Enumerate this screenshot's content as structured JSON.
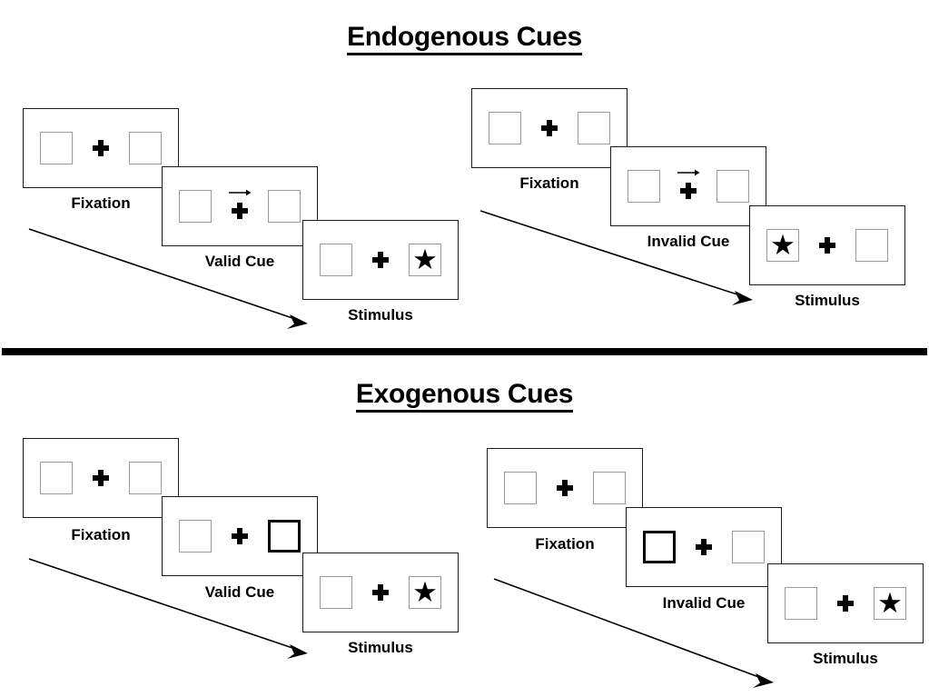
{
  "sections": [
    {
      "id": "endogenous",
      "title": "Endogenous Cues",
      "sequences": [
        {
          "id": "endogenous-valid",
          "steps": [
            {
              "caption": "Fixation",
              "center": "fixation-cross",
              "left_box": "empty",
              "right_box": "empty"
            },
            {
              "caption": "Valid Cue",
              "center": "fixation-cross-with-right-arrow",
              "left_box": "empty",
              "right_box": "empty"
            },
            {
              "caption": "Stimulus",
              "center": "fixation-cross",
              "left_box": "empty",
              "right_box": "star"
            }
          ]
        },
        {
          "id": "endogenous-invalid",
          "steps": [
            {
              "caption": "Fixation",
              "center": "fixation-cross",
              "left_box": "empty",
              "right_box": "empty"
            },
            {
              "caption": "Invalid Cue",
              "center": "fixation-cross-with-right-arrow",
              "left_box": "empty",
              "right_box": "empty"
            },
            {
              "caption": "Stimulus",
              "center": "fixation-cross",
              "left_box": "star",
              "right_box": "empty"
            }
          ]
        }
      ]
    },
    {
      "id": "exogenous",
      "title": "Exogenous Cues",
      "sequences": [
        {
          "id": "exogenous-valid",
          "steps": [
            {
              "caption": "Fixation",
              "center": "fixation-cross",
              "left_box": "empty",
              "right_box": "empty"
            },
            {
              "caption": "Valid Cue",
              "center": "fixation-cross",
              "left_box": "empty",
              "right_box": "highlighted"
            },
            {
              "caption": "Stimulus",
              "center": "fixation-cross",
              "left_box": "empty",
              "right_box": "star"
            }
          ]
        },
        {
          "id": "exogenous-invalid",
          "steps": [
            {
              "caption": "Fixation",
              "center": "fixation-cross",
              "left_box": "empty",
              "right_box": "empty"
            },
            {
              "caption": "Invalid Cue",
              "center": "fixation-cross",
              "left_box": "highlighted",
              "right_box": "empty"
            },
            {
              "caption": "Stimulus",
              "center": "fixation-cross",
              "left_box": "empty",
              "right_box": "star"
            }
          ]
        }
      ]
    }
  ],
  "glyphs": {
    "star": "★"
  },
  "colors": {
    "ink": "#000000",
    "panel_border": "#1a1a1a",
    "box_border": "#9a9a9a",
    "cued_box_border": "#000000",
    "background": "#ffffff"
  }
}
